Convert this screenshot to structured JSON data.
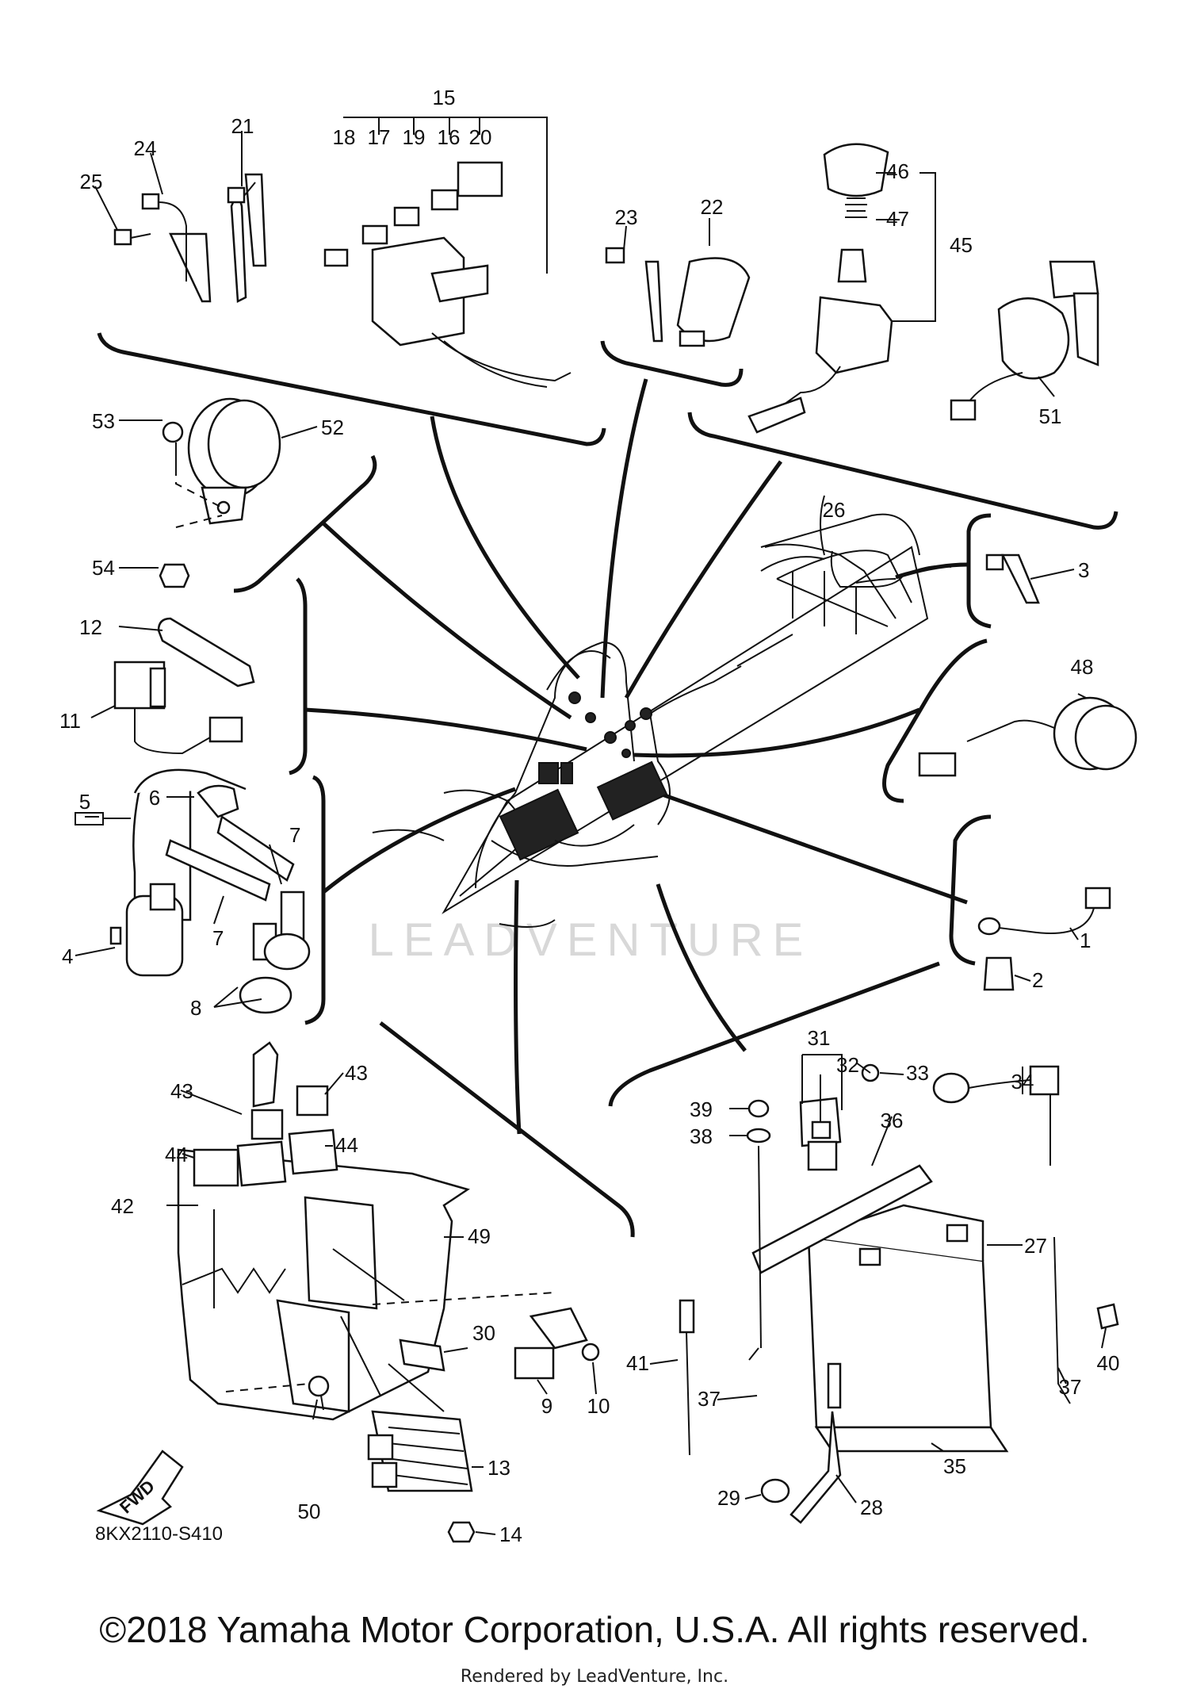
{
  "watermark": "LEADVENTURE",
  "diagram_code": "8KX2110-S410",
  "fwd_label": "FWD",
  "copyright": "©2018 Yamaha Motor Corporation, U.S.A. All rights reserved.",
  "rendered_by": "Rendered by LeadVenture, Inc.",
  "callouts": {
    "c1": "1",
    "c2": "2",
    "c3": "3",
    "c4": "4",
    "c5": "5",
    "c6": "6",
    "c7a": "7",
    "c7b": "7",
    "c8": "8",
    "c9": "9",
    "c10": "10",
    "c11": "11",
    "c12": "12",
    "c13": "13",
    "c14": "14",
    "c15": "15",
    "c16": "16",
    "c17": "17",
    "c18": "18",
    "c19": "19",
    "c20": "20",
    "c21": "21",
    "c22": "22",
    "c23": "23",
    "c24": "24",
    "c25": "25",
    "c26": "26",
    "c27": "27",
    "c28": "28",
    "c29": "29",
    "c30": "30",
    "c31": "31",
    "c32": "32",
    "c33": "33",
    "c34": "34",
    "c35": "35",
    "c36": "36",
    "c37a": "37",
    "c37b": "37",
    "c38": "38",
    "c39": "39",
    "c40": "40",
    "c41": "41",
    "c42": "42",
    "c43a": "43",
    "c43b": "43",
    "c44a": "44",
    "c44b": "44",
    "c45": "45",
    "c46": "46",
    "c47": "47",
    "c48": "48",
    "c49": "49",
    "c50": "50",
    "c51": "51",
    "c52": "52",
    "c53": "53",
    "c54": "54"
  }
}
